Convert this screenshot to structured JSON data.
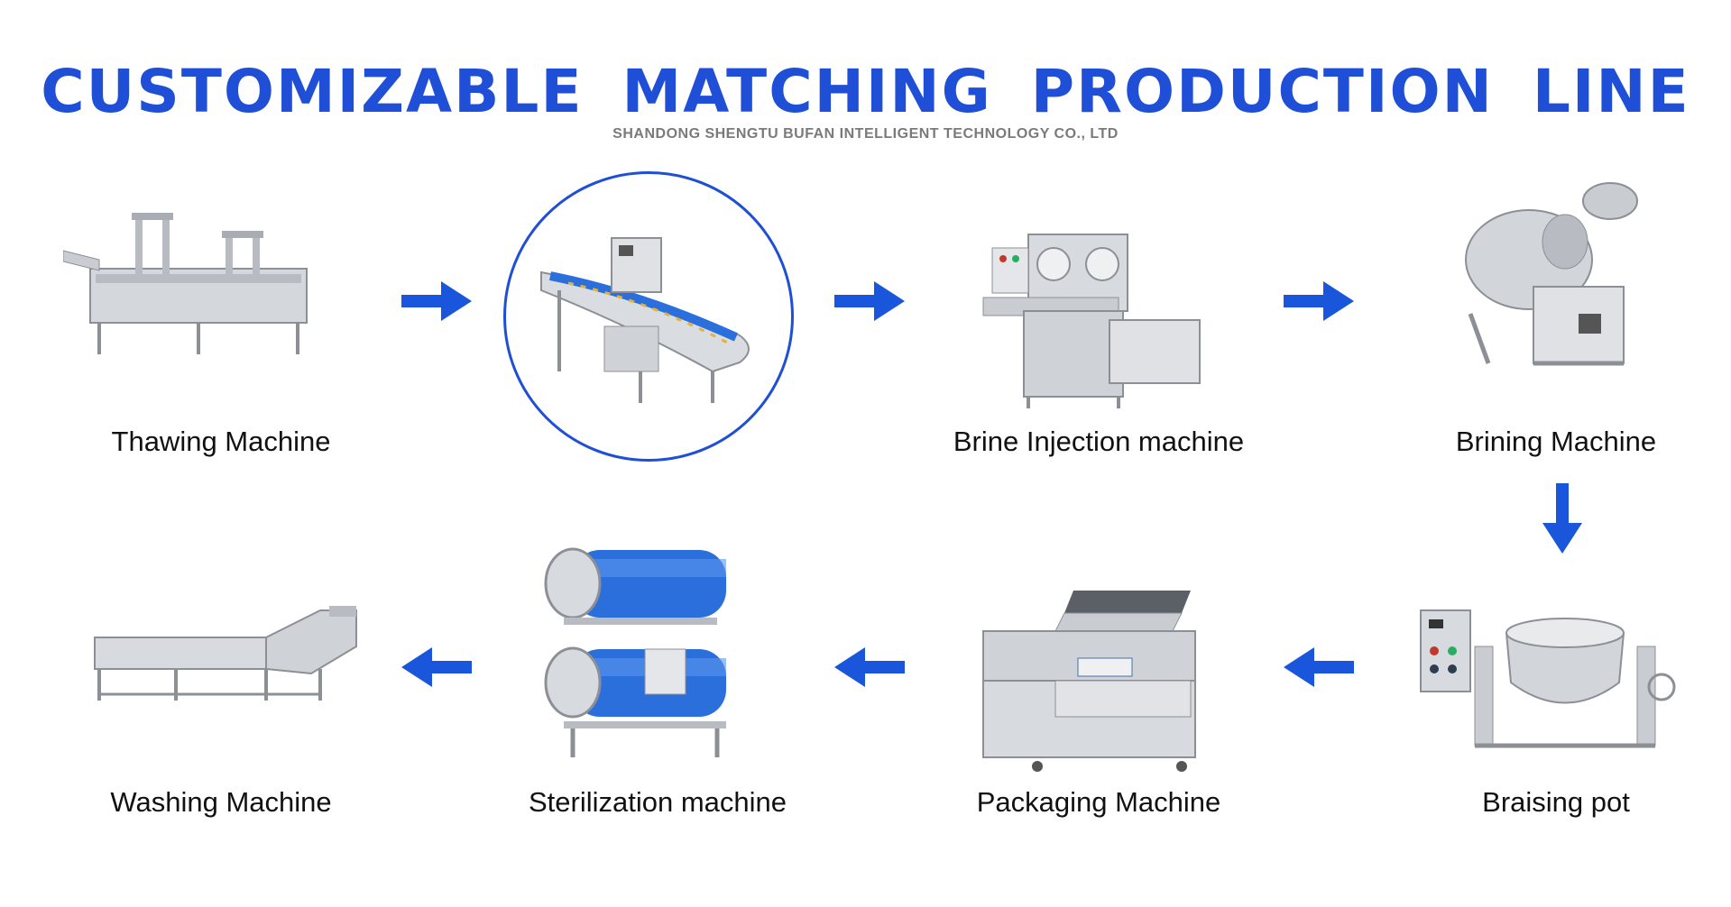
{
  "header": {
    "title": "CUSTOMIZABLE MATCHING PRODUCTION LINE",
    "subtitle": "SHANDONG SHENGTU BUFAN INTELLIGENT TECHNOLOGY CO., LTD"
  },
  "machines": [
    {
      "id": "thawing",
      "label": "Thawing Machine",
      "icon": "thawing-machine-icon"
    },
    {
      "id": "conveyor",
      "label": "",
      "icon": "conveyor-machine-icon"
    },
    {
      "id": "brine-injection",
      "label": "Brine Injection machine",
      "icon": "brine-injection-machine-icon"
    },
    {
      "id": "brining",
      "label": "Brining Machine",
      "icon": "brining-machine-icon"
    },
    {
      "id": "braising",
      "label": "Braising pot",
      "icon": "braising-pot-icon"
    },
    {
      "id": "packaging",
      "label": "Packaging Machine",
      "icon": "packaging-machine-icon"
    },
    {
      "id": "sterilization",
      "label": "Sterilization machine",
      "icon": "sterilization-machine-icon"
    },
    {
      "id": "washing",
      "label": "Washing Machine",
      "icon": "washing-machine-icon"
    }
  ],
  "colors": {
    "accent": "#1f4fd6",
    "arrow": "#1a56db",
    "steel": "#c9ccd1",
    "steel_dark": "#8c9096",
    "tank_blue": "#2a6fdc"
  }
}
